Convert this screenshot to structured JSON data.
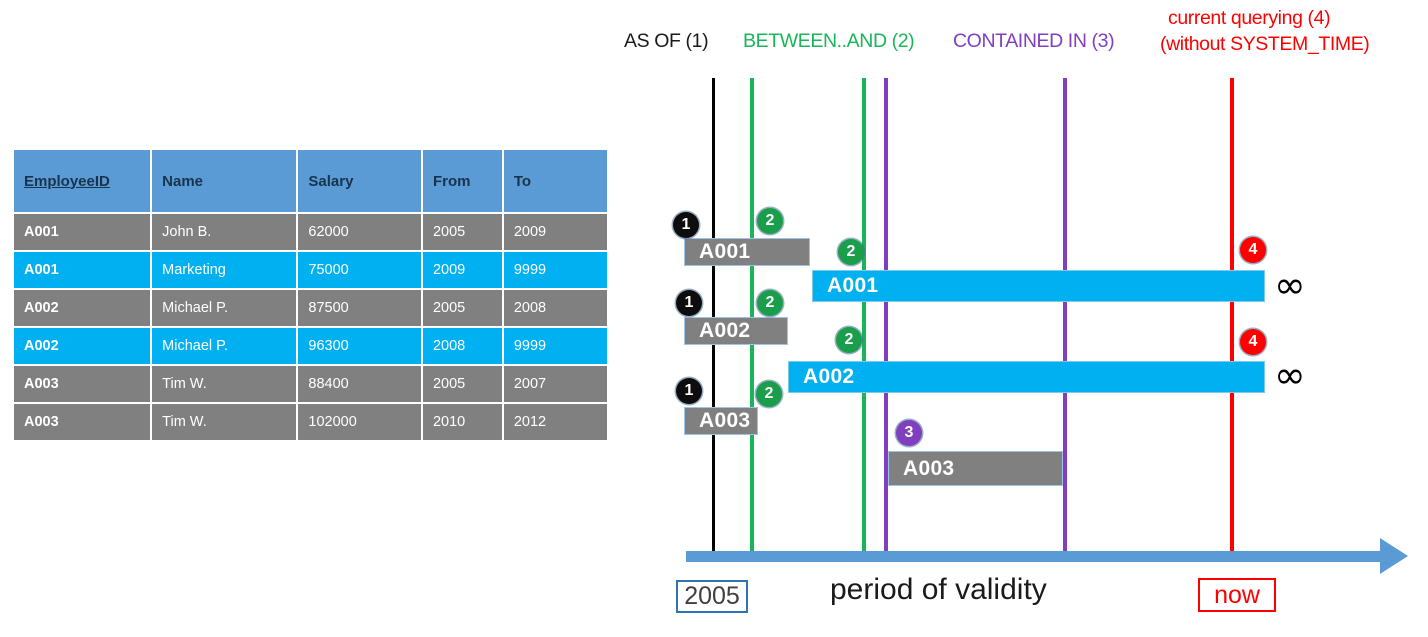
{
  "table": {
    "columns": [
      "EmployeeID",
      "Name",
      "Salary",
      "From",
      "To"
    ],
    "rows": [
      {
        "id": "A001",
        "name": "John  B.",
        "salary": "62000",
        "from": "2005",
        "to": "2009",
        "style": "gray"
      },
      {
        "id": "A001",
        "name": "Marketing",
        "salary": "75000",
        "from": "2009",
        "to": "9999",
        "style": "cyan"
      },
      {
        "id": "A002",
        "name": "Michael P.",
        "salary": "87500",
        "from": "2005",
        "to": "2008",
        "style": "gray"
      },
      {
        "id": "A002",
        "name": "Michael P.",
        "salary": "96300",
        "from": "2008",
        "to": "9999",
        "style": "cyan"
      },
      {
        "id": "A003",
        "name": "Tim W.",
        "salary": "88400",
        "from": "2005",
        "to": "2007",
        "style": "gray"
      },
      {
        "id": "A003",
        "name": "Tim W.",
        "salary": "102000",
        "from": "2010",
        "to": "2012",
        "style": "gray"
      }
    ]
  },
  "diagram": {
    "headers": [
      {
        "key": "as_of",
        "text": "AS OF (1)",
        "color": "#1a1a1a"
      },
      {
        "key": "between",
        "text": "BETWEEN..AND (2)",
        "color": "#19b559"
      },
      {
        "key": "contained",
        "text": "CONTAINED IN (3)",
        "color": "#7f3fbf"
      },
      {
        "key": "current1",
        "text": "current querying (4)",
        "color": "#ff0000"
      },
      {
        "key": "current2",
        "text": "(without SYSTEM_TIME)",
        "color": "#ff0000"
      }
    ],
    "bars": [
      {
        "label": "A001",
        "style": "gray"
      },
      {
        "label": "A001",
        "style": "cyan"
      },
      {
        "label": "A002",
        "style": "gray"
      },
      {
        "label": "A002",
        "style": "cyan"
      },
      {
        "label": "A003",
        "style": "gray"
      },
      {
        "label": "A003",
        "style": "gray"
      }
    ],
    "badges": [
      {
        "num": "1",
        "kind": "b1"
      },
      {
        "num": "2",
        "kind": "b2"
      },
      {
        "num": "2",
        "kind": "b2"
      },
      {
        "num": "4",
        "kind": "b4"
      },
      {
        "num": "1",
        "kind": "b1"
      },
      {
        "num": "2",
        "kind": "b2"
      },
      {
        "num": "2",
        "kind": "b2"
      },
      {
        "num": "4",
        "kind": "b4"
      },
      {
        "num": "1",
        "kind": "b1"
      },
      {
        "num": "2",
        "kind": "b2"
      },
      {
        "num": "3",
        "kind": "b3"
      }
    ],
    "infinity_symbols": [
      "∞",
      "∞"
    ],
    "axis": {
      "start_label": "2005",
      "end_label": "now",
      "caption": "period of validity",
      "color": "#5b9bd5"
    },
    "line_colors": {
      "as_of": "#000000",
      "between": "#19b559",
      "contained": "#7f3fbf",
      "now": "#ff0000"
    }
  }
}
